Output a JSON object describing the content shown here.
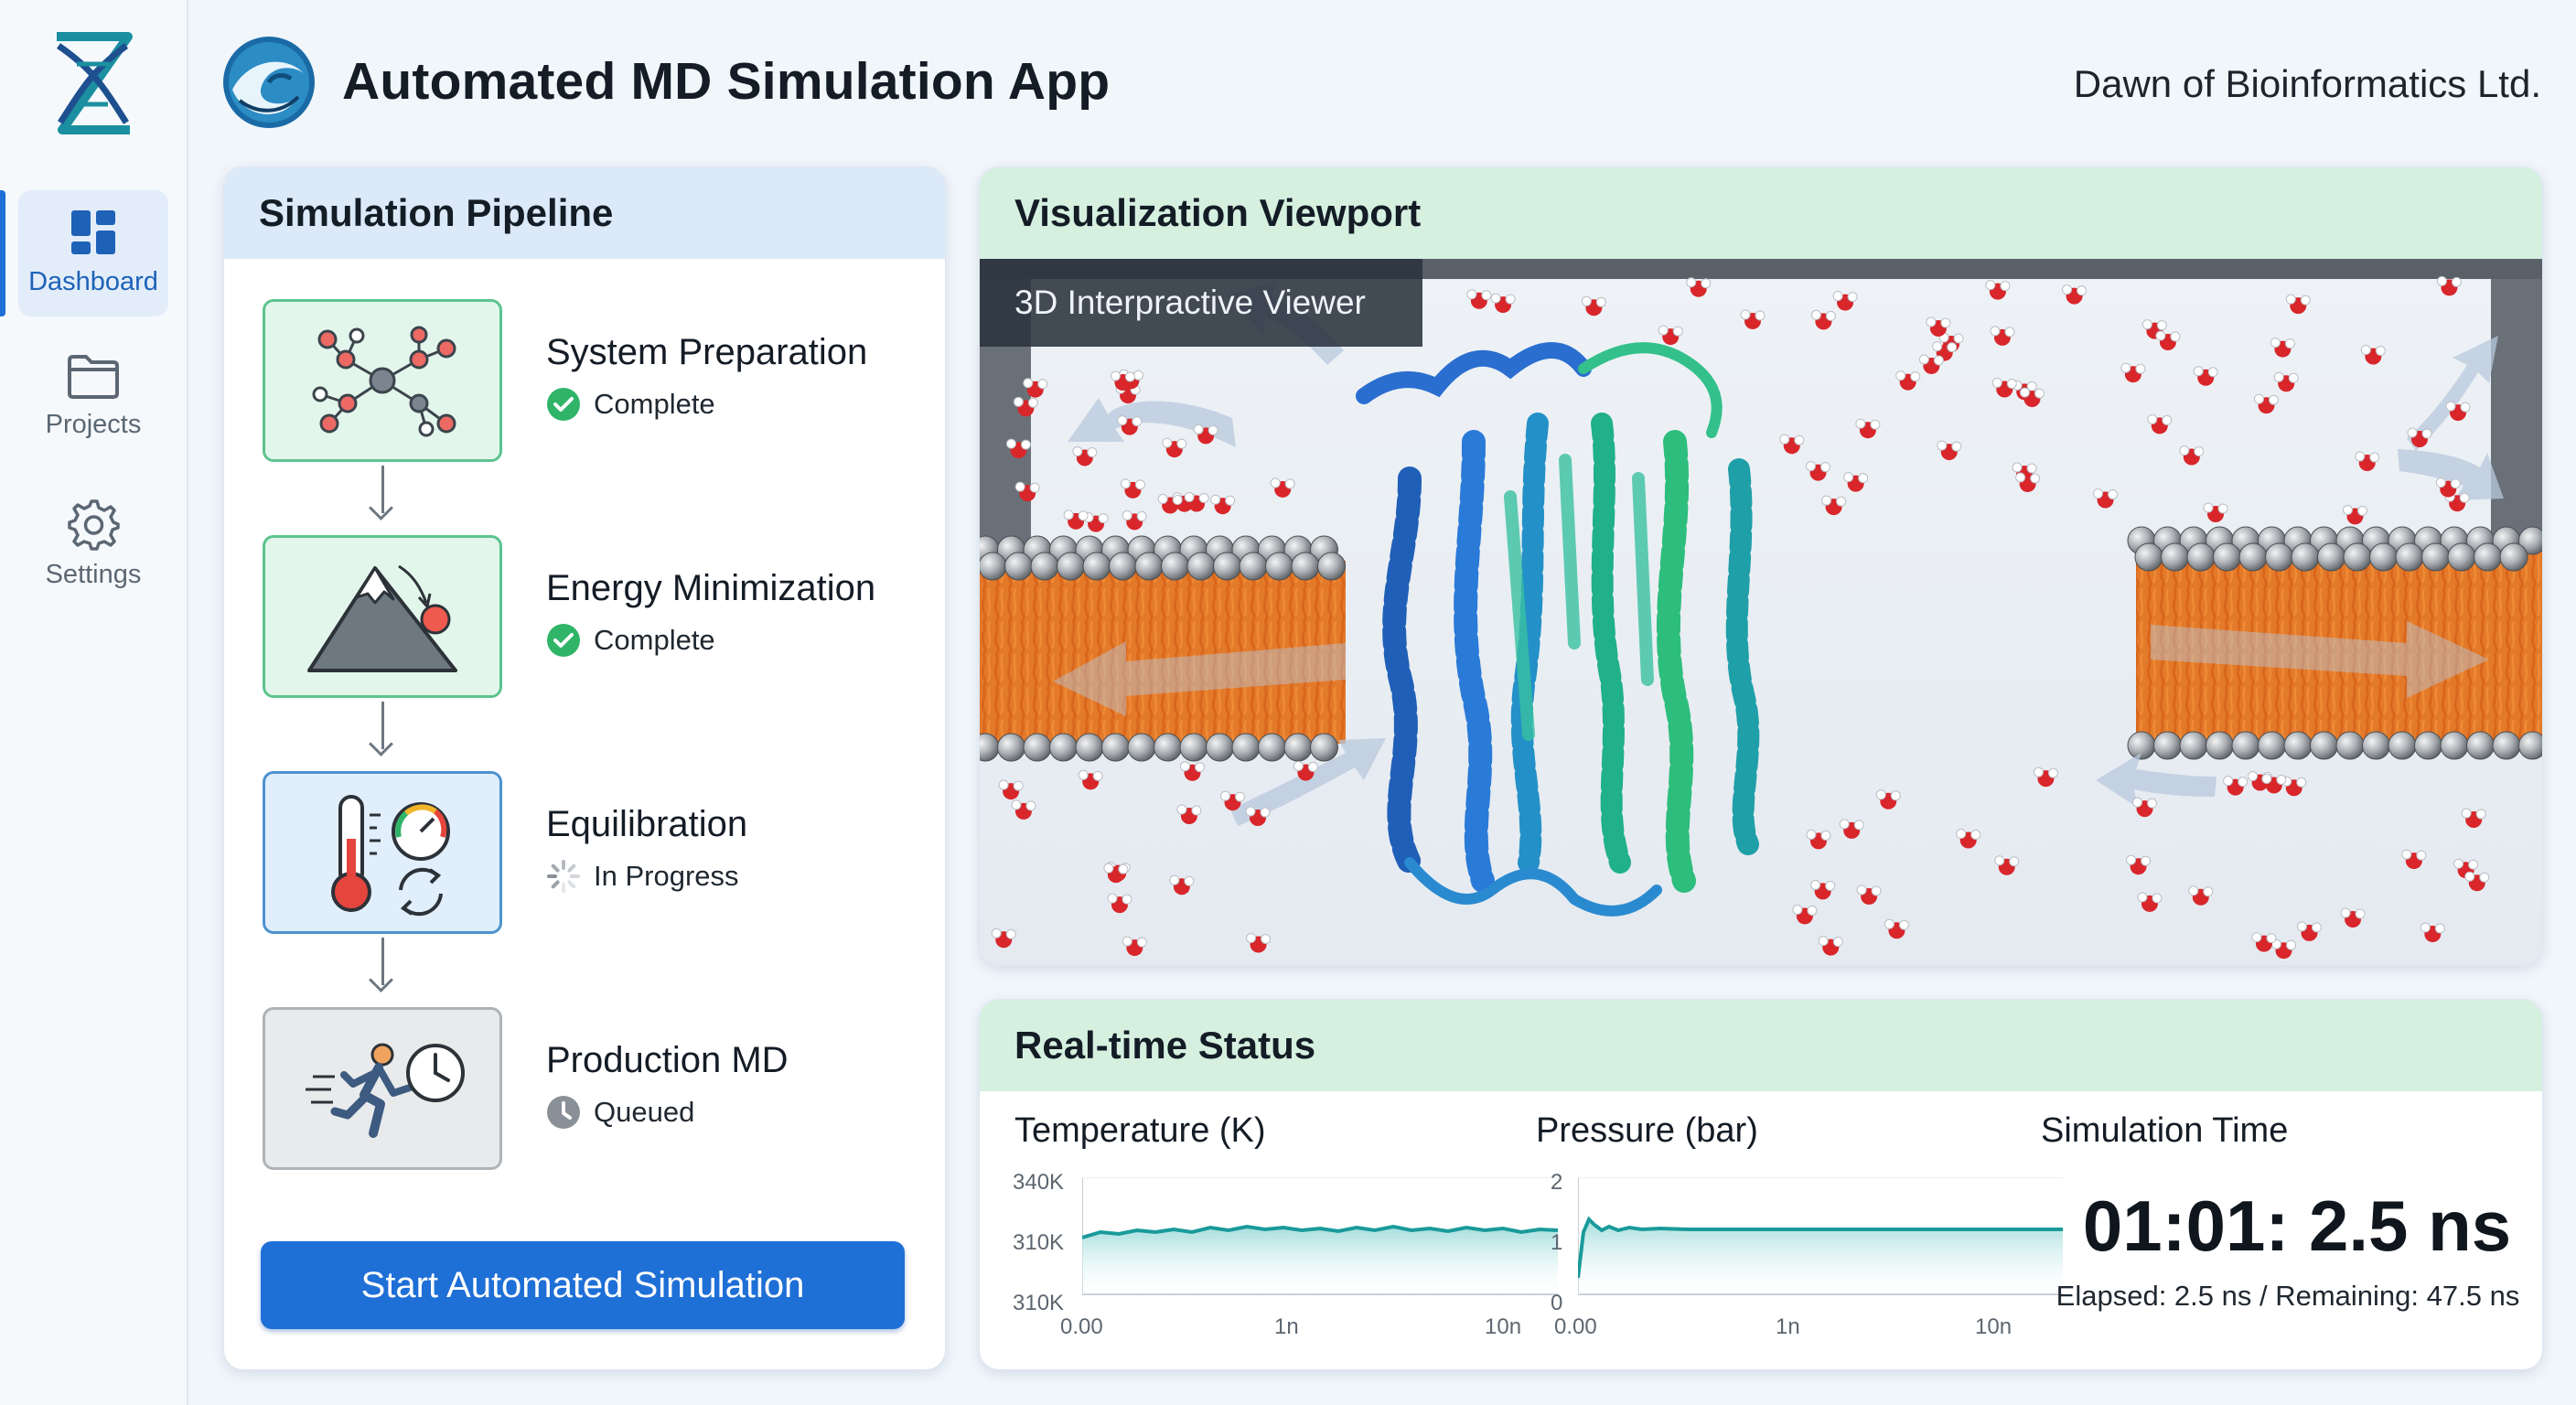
{
  "app": {
    "title": "Automated MD Simulation App",
    "company": "Dawn of Bioinformatics Ltd."
  },
  "sidebar": {
    "items": [
      {
        "label": "Dashboard",
        "icon": "dashboard-icon",
        "active": true
      },
      {
        "label": "Projects",
        "icon": "folder-icon",
        "active": false
      },
      {
        "label": "Settings",
        "icon": "gear-icon",
        "active": false
      }
    ]
  },
  "pipeline": {
    "title": "Simulation Pipeline",
    "steps": [
      {
        "name": "System Preparation",
        "status": "Complete",
        "icon": "molecule-network-icon"
      },
      {
        "name": "Energy Minimization",
        "status": "Complete",
        "icon": "mountain-ball-icon"
      },
      {
        "name": "Equilibration",
        "status": "In Progress",
        "icon": "thermometer-gauge-icon"
      },
      {
        "name": "Production MD",
        "status": "Queued",
        "icon": "running-clock-icon"
      }
    ],
    "start_button": "Start Automated Simulation"
  },
  "viewport": {
    "title": "Visualization Viewport",
    "viewer_label": "3D Interpractive Viewer"
  },
  "status": {
    "title": "Real-time Status",
    "temperature": {
      "title": "Temperature (K)",
      "y_ticks": [
        "340K",
        "310K",
        "310K"
      ],
      "x_ticks": [
        "0.00",
        "1n",
        "10n"
      ]
    },
    "pressure": {
      "title": "Pressure (bar)",
      "y_ticks": [
        "2",
        "1",
        "0"
      ],
      "x_ticks": [
        "0.00",
        "1n",
        "10n"
      ]
    },
    "sim_time": {
      "title": "Simulation Time",
      "value": "01:01: 2.5 ns",
      "elapsed": "Elapsed: 2.5 ns / Remaining: 47.5 ns"
    }
  },
  "colors": {
    "accent": "#1e6fd6",
    "complete": "#2fb468",
    "queued": "#8a9097",
    "chart_line": "#1a9a9a"
  }
}
